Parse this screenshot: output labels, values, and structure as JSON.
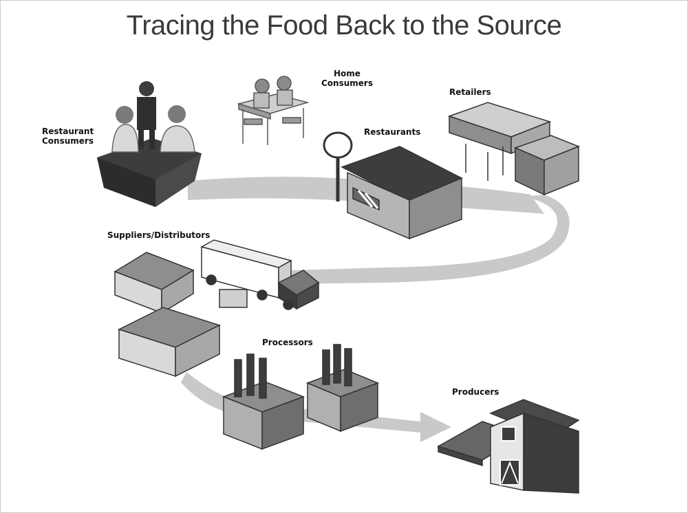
{
  "title": "Tracing the Food Back to the Source",
  "colors": {
    "background": "#ffffff",
    "path": "#c9c9c9",
    "dark": "#3d3d3d",
    "mid": "#7a7a7a",
    "light": "#b5b5b5"
  },
  "nodes": {
    "restaurant_consumers": {
      "label_line1": "Restaurant",
      "label_line2": "Consumers"
    },
    "home_consumers": {
      "label_line1": "Home",
      "label_line2": "Consumers"
    },
    "retailers": {
      "label": "Retailers"
    },
    "restaurants": {
      "label": "Restaurants"
    },
    "suppliers_distributors": {
      "label": "Suppliers/Distributors"
    },
    "processors": {
      "label": "Processors"
    },
    "producers": {
      "label": "Producers"
    }
  }
}
